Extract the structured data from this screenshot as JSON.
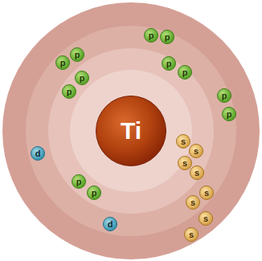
{
  "diagram": {
    "nodes": [
      {
        "text": [
          "p"
        ]
      },
      {
        "text": [
          "p"
        ]
      },
      {
        "text": [
          "p"
        ]
      },
      {
        "text": [
          "p"
        ]
      },
      {
        "text": [
          "p"
        ]
      },
      {
        "text": [
          "p"
        ]
      },
      {
        "text": [
          "p"
        ]
      },
      {
        "text": [
          "p"
        ]
      },
      {
        "text": [
          "p"
        ]
      },
      {
        "text": [
          "p"
        ]
      },
      {
        "text": [
          "Ti"
        ]
      },
      {
        "text": [
          "s"
        ]
      },
      {
        "text": [
          "s"
        ]
      },
      {
        "text": [
          "d"
        ]
      },
      {
        "text": [
          "s"
        ]
      },
      {
        "text": [
          "s"
        ]
      },
      {
        "text": [
          "p"
        ]
      },
      {
        "text": [
          "p"
        ]
      },
      {
        "text": [
          "s"
        ]
      },
      {
        "text": [
          "s"
        ]
      },
      {
        "text": [
          "s"
        ]
      },
      {
        "text": [
          "d"
        ]
      },
      {
        "text": [
          "s"
        ]
      }
    ]
  }
}
